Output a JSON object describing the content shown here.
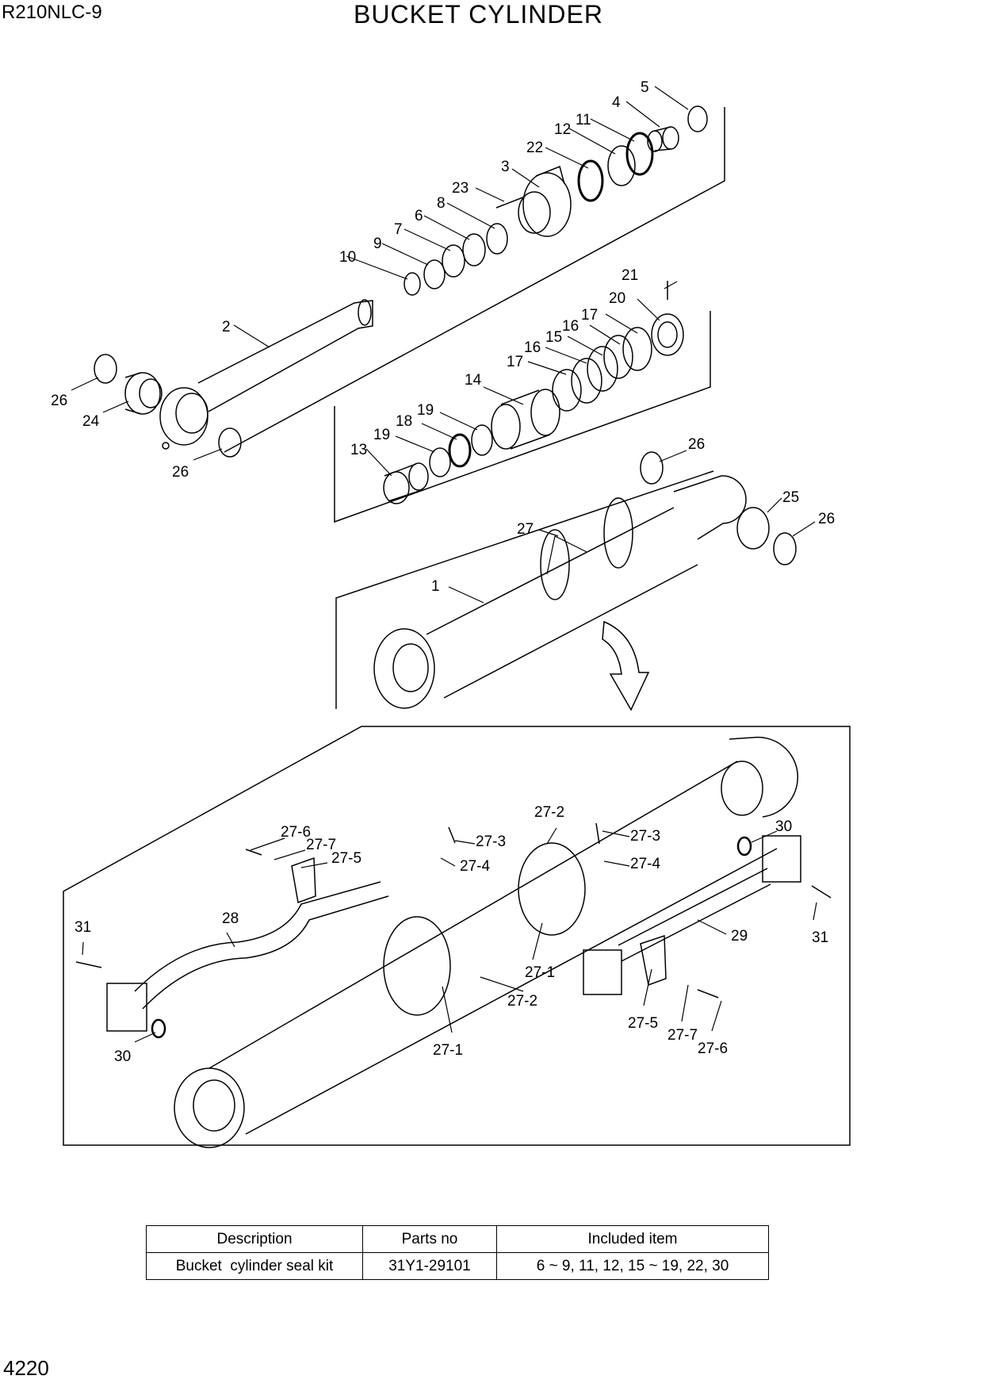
{
  "header": {
    "model": "R210NLC-9",
    "title": "BUCKET CYLINDER"
  },
  "footer": {
    "page_number": "4220"
  },
  "callouts": [
    "5",
    "4",
    "11",
    "12",
    "22",
    "3",
    "23",
    "8",
    "6",
    "7",
    "9",
    "10",
    "2",
    "21",
    "20",
    "17",
    "16",
    "15",
    "16",
    "17",
    "14",
    "19",
    "18",
    "19",
    "13",
    "26",
    "24",
    "26",
    "26",
    "25",
    "26",
    "27",
    "1",
    "27-2",
    "27-6",
    "27-7",
    "27-5",
    "27-3",
    "27-4",
    "27-3",
    "27-4",
    "30",
    "31",
    "28",
    "29",
    "31",
    "27-1",
    "27-2",
    "27-1",
    "27-5",
    "27-7",
    "27-6",
    "30"
  ],
  "kit_table": {
    "headers": [
      "Description",
      "Parts no",
      "Included item"
    ],
    "rows": [
      {
        "description": "Bucket  cylinder seal kit",
        "parts_no": "31Y1-29101",
        "included": "6 ~ 9, 11, 12, 15 ~ 19, 22, 30"
      }
    ]
  }
}
